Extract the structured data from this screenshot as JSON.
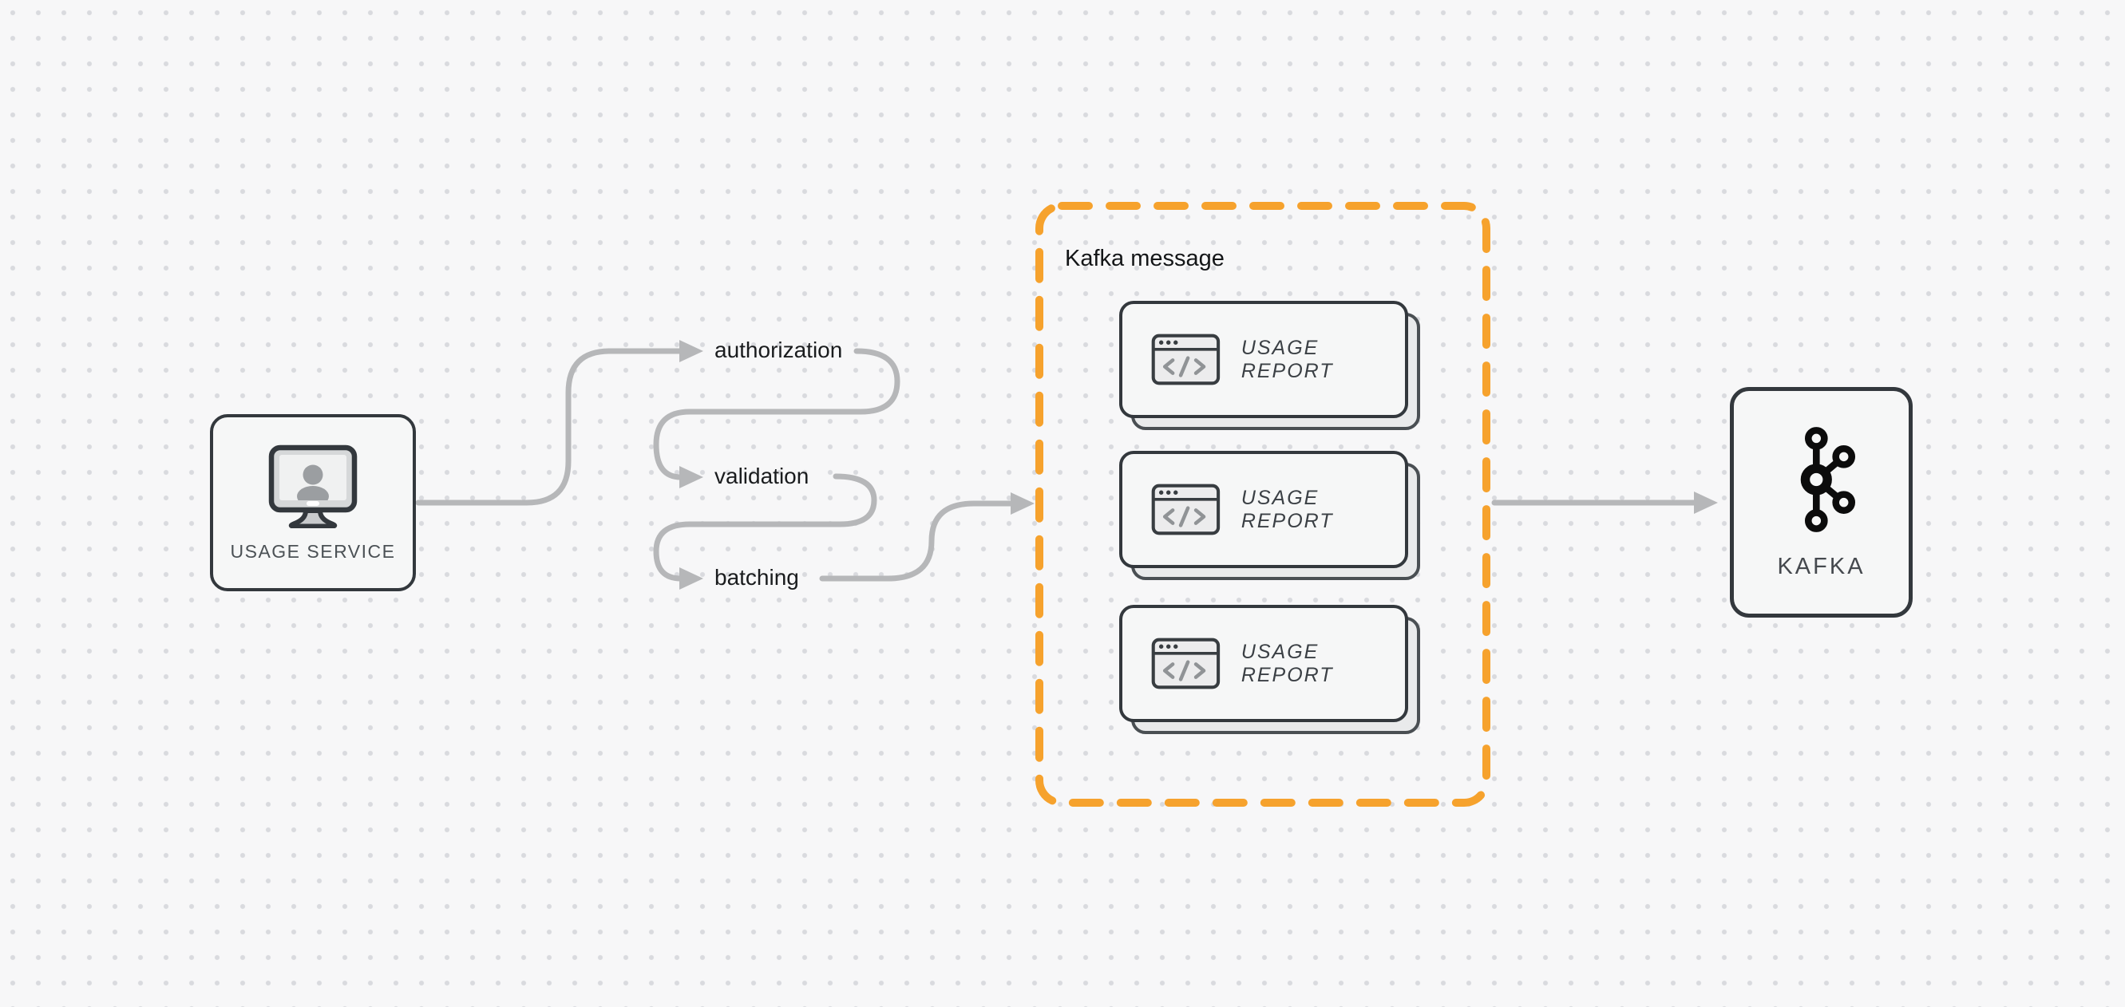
{
  "diagram": {
    "background": {
      "color": "#f7f7f8",
      "dot_color": "#d9dade"
    },
    "usage_service": {
      "label": "USAGE SERVICE",
      "icon": "monitor-user-icon"
    },
    "pipeline": {
      "steps": [
        {
          "label": "authorization"
        },
        {
          "label": "validation"
        },
        {
          "label": "batching"
        }
      ]
    },
    "kafka_message_group": {
      "title": "Kafka message",
      "border_color": "#F6A22D",
      "cards": [
        {
          "label": "USAGE REPORT",
          "icon": "code-window-icon"
        },
        {
          "label": "USAGE REPORT",
          "icon": "code-window-icon"
        },
        {
          "label": "USAGE REPORT",
          "icon": "code-window-icon"
        }
      ]
    },
    "kafka": {
      "label": "KAFKA",
      "icon": "kafka-logo-icon"
    },
    "colors": {
      "arrow": "#b6b7b9",
      "node_border": "#33383d",
      "node_fill": "#f6f7f7",
      "accent_orange": "#F6A22D"
    }
  }
}
